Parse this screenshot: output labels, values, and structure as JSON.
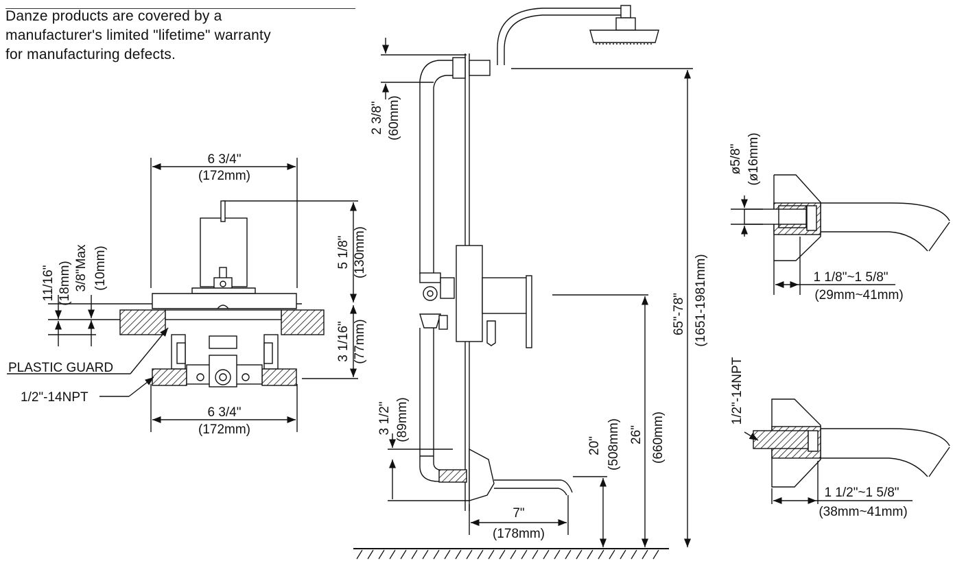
{
  "notice": {
    "text_line1": "Danze products are covered by a",
    "text_line2": "manufacturer's limited \"lifetime\" warranty",
    "text_line3": "for manufacturing defects."
  },
  "valve_view": {
    "top_width": {
      "imperial": "6 3/4\"",
      "metric": "(172mm)"
    },
    "bottom_width": {
      "imperial": "6 3/4\"",
      "metric": "(172mm)"
    },
    "height": {
      "imperial": "5 1/8\"",
      "metric": "(130mm)"
    },
    "depth": {
      "imperial": "3 1/16\"",
      "metric": "(77mm)"
    },
    "wall_min": {
      "imperial": "11/16\"",
      "metric": "(18mm)"
    },
    "wall_max": {
      "imperial": "3/8\"Max",
      "metric": "(10mm)"
    },
    "label_guard": "PLASTIC GUARD",
    "label_thread": "1/2\"-14NPT"
  },
  "shower_view": {
    "arm_offset": {
      "imperial": "2 3/8\"",
      "metric": "(60mm)"
    },
    "head_height": {
      "imperial": "65\"-78\"",
      "metric": "(1651-1981mm)"
    },
    "valve_height": {
      "imperial": "26\"",
      "metric": "(660mm)"
    },
    "spout_height": {
      "imperial": "20\"",
      "metric": "(508mm)"
    },
    "spout_offset": {
      "imperial": "3 1/2\"",
      "metric": "(89mm)"
    },
    "spout_reach": {
      "imperial": "7\"",
      "metric": "(178mm)"
    }
  },
  "spout_top": {
    "pipe_dia": {
      "imperial": "ø5/8\"",
      "metric": "(ø16mm)"
    },
    "range": {
      "imperial": "1 1/8\"~1 5/8\"",
      "metric": "(29mm~41mm)"
    }
  },
  "spout_bottom": {
    "thread": "1/2\"-14NPT",
    "range": {
      "imperial": "1 1/2\"~1 5/8\"",
      "metric": "(38mm~41mm)"
    }
  }
}
